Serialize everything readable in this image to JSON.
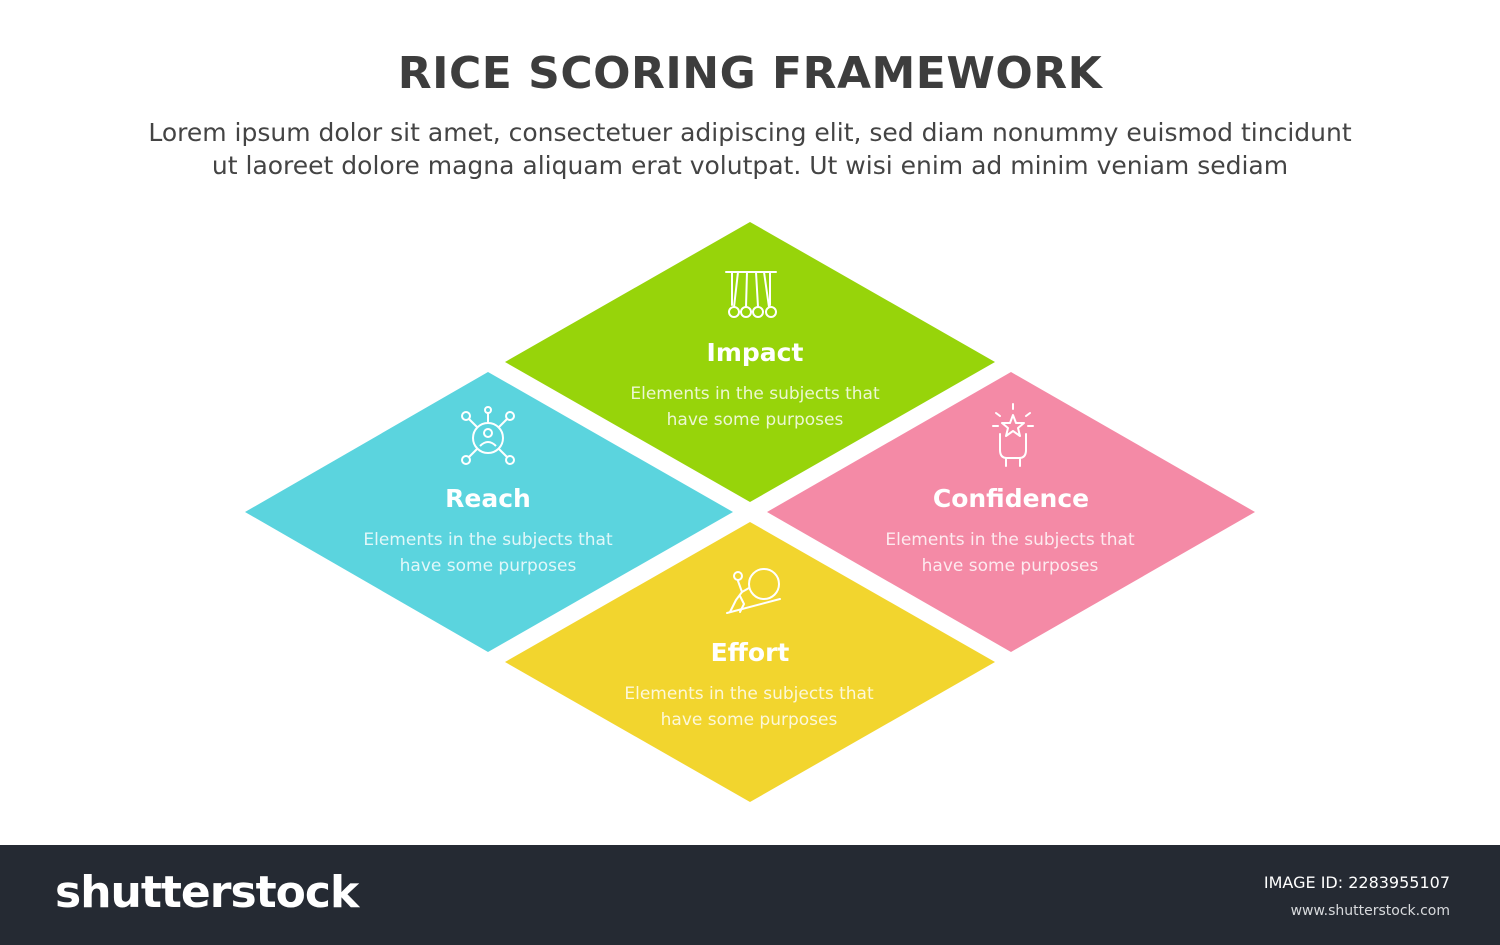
{
  "header": {
    "title": "RICE SCORING FRAMEWORK",
    "subtitle_line1": "Lorem ipsum dolor sit amet, consectetuer adipiscing elit, sed diam nonummy euismod tincidunt",
    "subtitle_line2": "ut laoreet dolore magna aliquam erat volutpat. Ut wisi enim ad minim veniam sediam"
  },
  "diagram": {
    "items": [
      {
        "key": "impact",
        "title": "Impact",
        "desc_line1": "Elements in the subjects that",
        "desc_line2": "have  some purposes",
        "color": "#97d40a",
        "icon": "newtons-cradle-icon"
      },
      {
        "key": "reach",
        "title": "Reach",
        "desc_line1": "Elements in the subjects that",
        "desc_line2": "have  some purposes",
        "color": "#5bd4de",
        "icon": "network-person-icon"
      },
      {
        "key": "confidence",
        "title": "Confidence",
        "desc_line1": "Elements in the subjects that",
        "desc_line2": "have  some purposes",
        "color": "#f48aa6",
        "icon": "hand-star-icon"
      },
      {
        "key": "effort",
        "title": "Effort",
        "desc_line1": "Elements in the subjects that",
        "desc_line2": "have  some purposes",
        "color": "#f2d52e",
        "icon": "pushing-boulder-icon"
      }
    ]
  },
  "footer": {
    "logo": "shutterstock",
    "image_id": "IMAGE ID: 2283955107",
    "site": "www.shutterstock.com",
    "background": "#252a33"
  }
}
